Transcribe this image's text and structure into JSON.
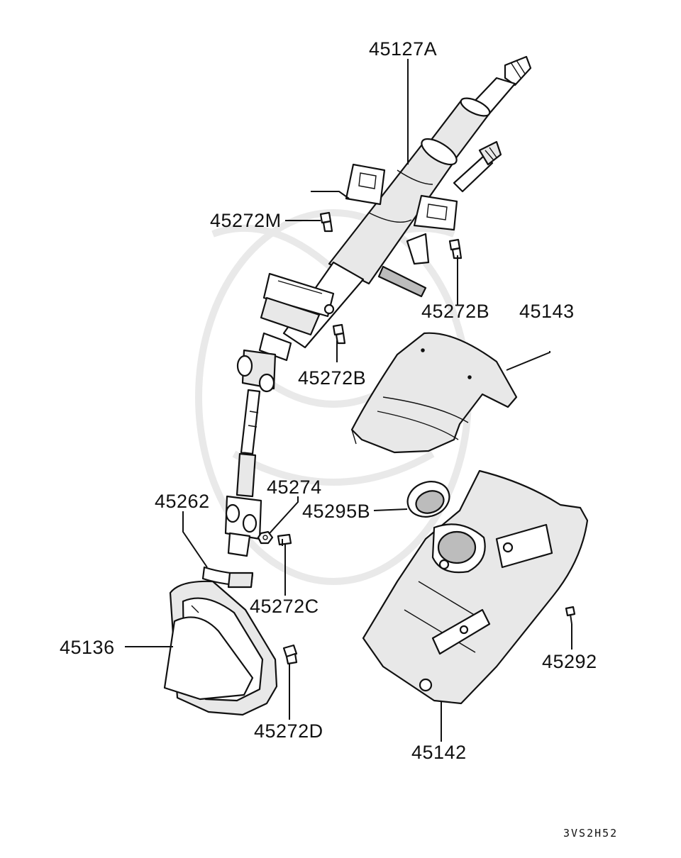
{
  "diagram_code": "3VS2H52",
  "parts": [
    {
      "id": "p1",
      "label": "45127A"
    },
    {
      "id": "p2",
      "label": "45272M"
    },
    {
      "id": "p3",
      "label": "45272B"
    },
    {
      "id": "p4",
      "label": "45143"
    },
    {
      "id": "p5",
      "label": "45272B"
    },
    {
      "id": "p6",
      "label": "45274"
    },
    {
      "id": "p7",
      "label": "45262"
    },
    {
      "id": "p8",
      "label": "45295B"
    },
    {
      "id": "p9",
      "label": "45272C"
    },
    {
      "id": "p10",
      "label": "45136"
    },
    {
      "id": "p11",
      "label": "45292"
    },
    {
      "id": "p12",
      "label": "45272D"
    },
    {
      "id": "p13",
      "label": "45142"
    }
  ]
}
